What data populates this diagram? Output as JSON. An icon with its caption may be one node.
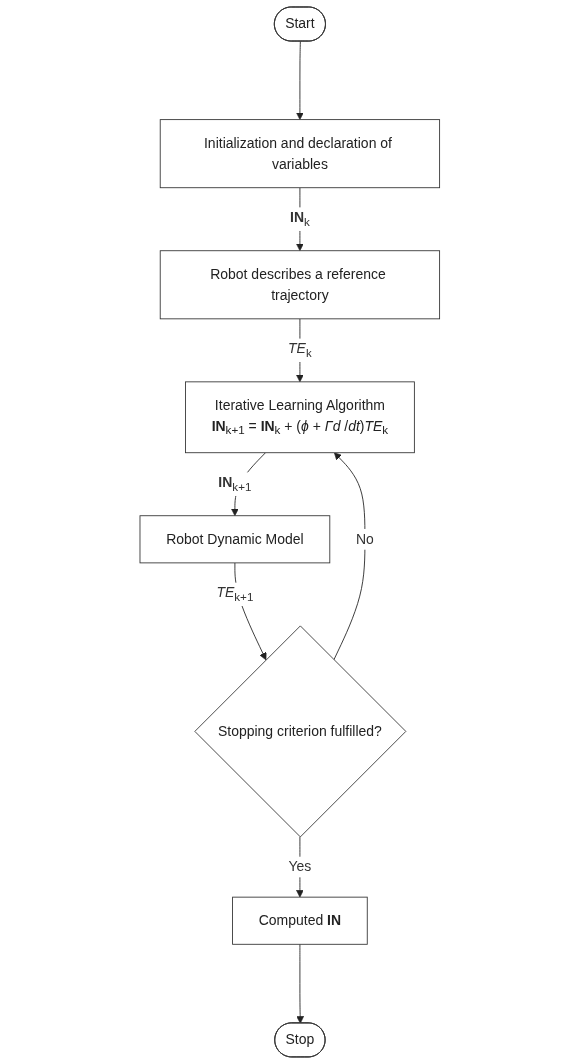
{
  "diagram": {
    "nodes": [
      {
        "text": [
          "Start"
        ]
      },
      {
        "text": [
          "Initialization and declaration of variables"
        ]
      },
      {
        "text": [
          "Robot describes a reference trajectory"
        ]
      },
      {
        "text": [
          "Iterative Learning Algorithm",
          "**IN**$_{k+1}$ = **IN**$_{k}$ + (*ϕ* + *Γd* /*dt*)*TE*$_{k}$"
        ]
      },
      {
        "text": [
          "Robot Dynamic Model"
        ]
      },
      {
        "text": [
          "Stopping criterion fulfilled?"
        ]
      },
      {
        "text": [
          "Computed **IN**"
        ]
      },
      {
        "text": [
          "Stop"
        ]
      }
    ],
    "edges": [
      {
        "from": 0,
        "to": 1,
        "arrow": "to"
      },
      {
        "from": 1,
        "to": 2,
        "arrow": "to",
        "label": "**IN**$_{k}$"
      },
      {
        "from": 2,
        "to": 3,
        "arrow": "to",
        "label": "*TE*$_{k}$"
      },
      {
        "from": 3,
        "to": 4,
        "arrow": "to",
        "label": "**IN**$_{k+1}$"
      },
      {
        "from": 4,
        "to": 5,
        "arrow": "to",
        "label": "*TE*$_{k+1}$"
      },
      {
        "from": 5,
        "to": 3,
        "arrow": "to",
        "label": "No"
      },
      {
        "from": 5,
        "to": 6,
        "arrow": "to",
        "label": "Yes"
      },
      {
        "from": 6,
        "to": 7,
        "arrow": "to"
      }
    ]
  }
}
